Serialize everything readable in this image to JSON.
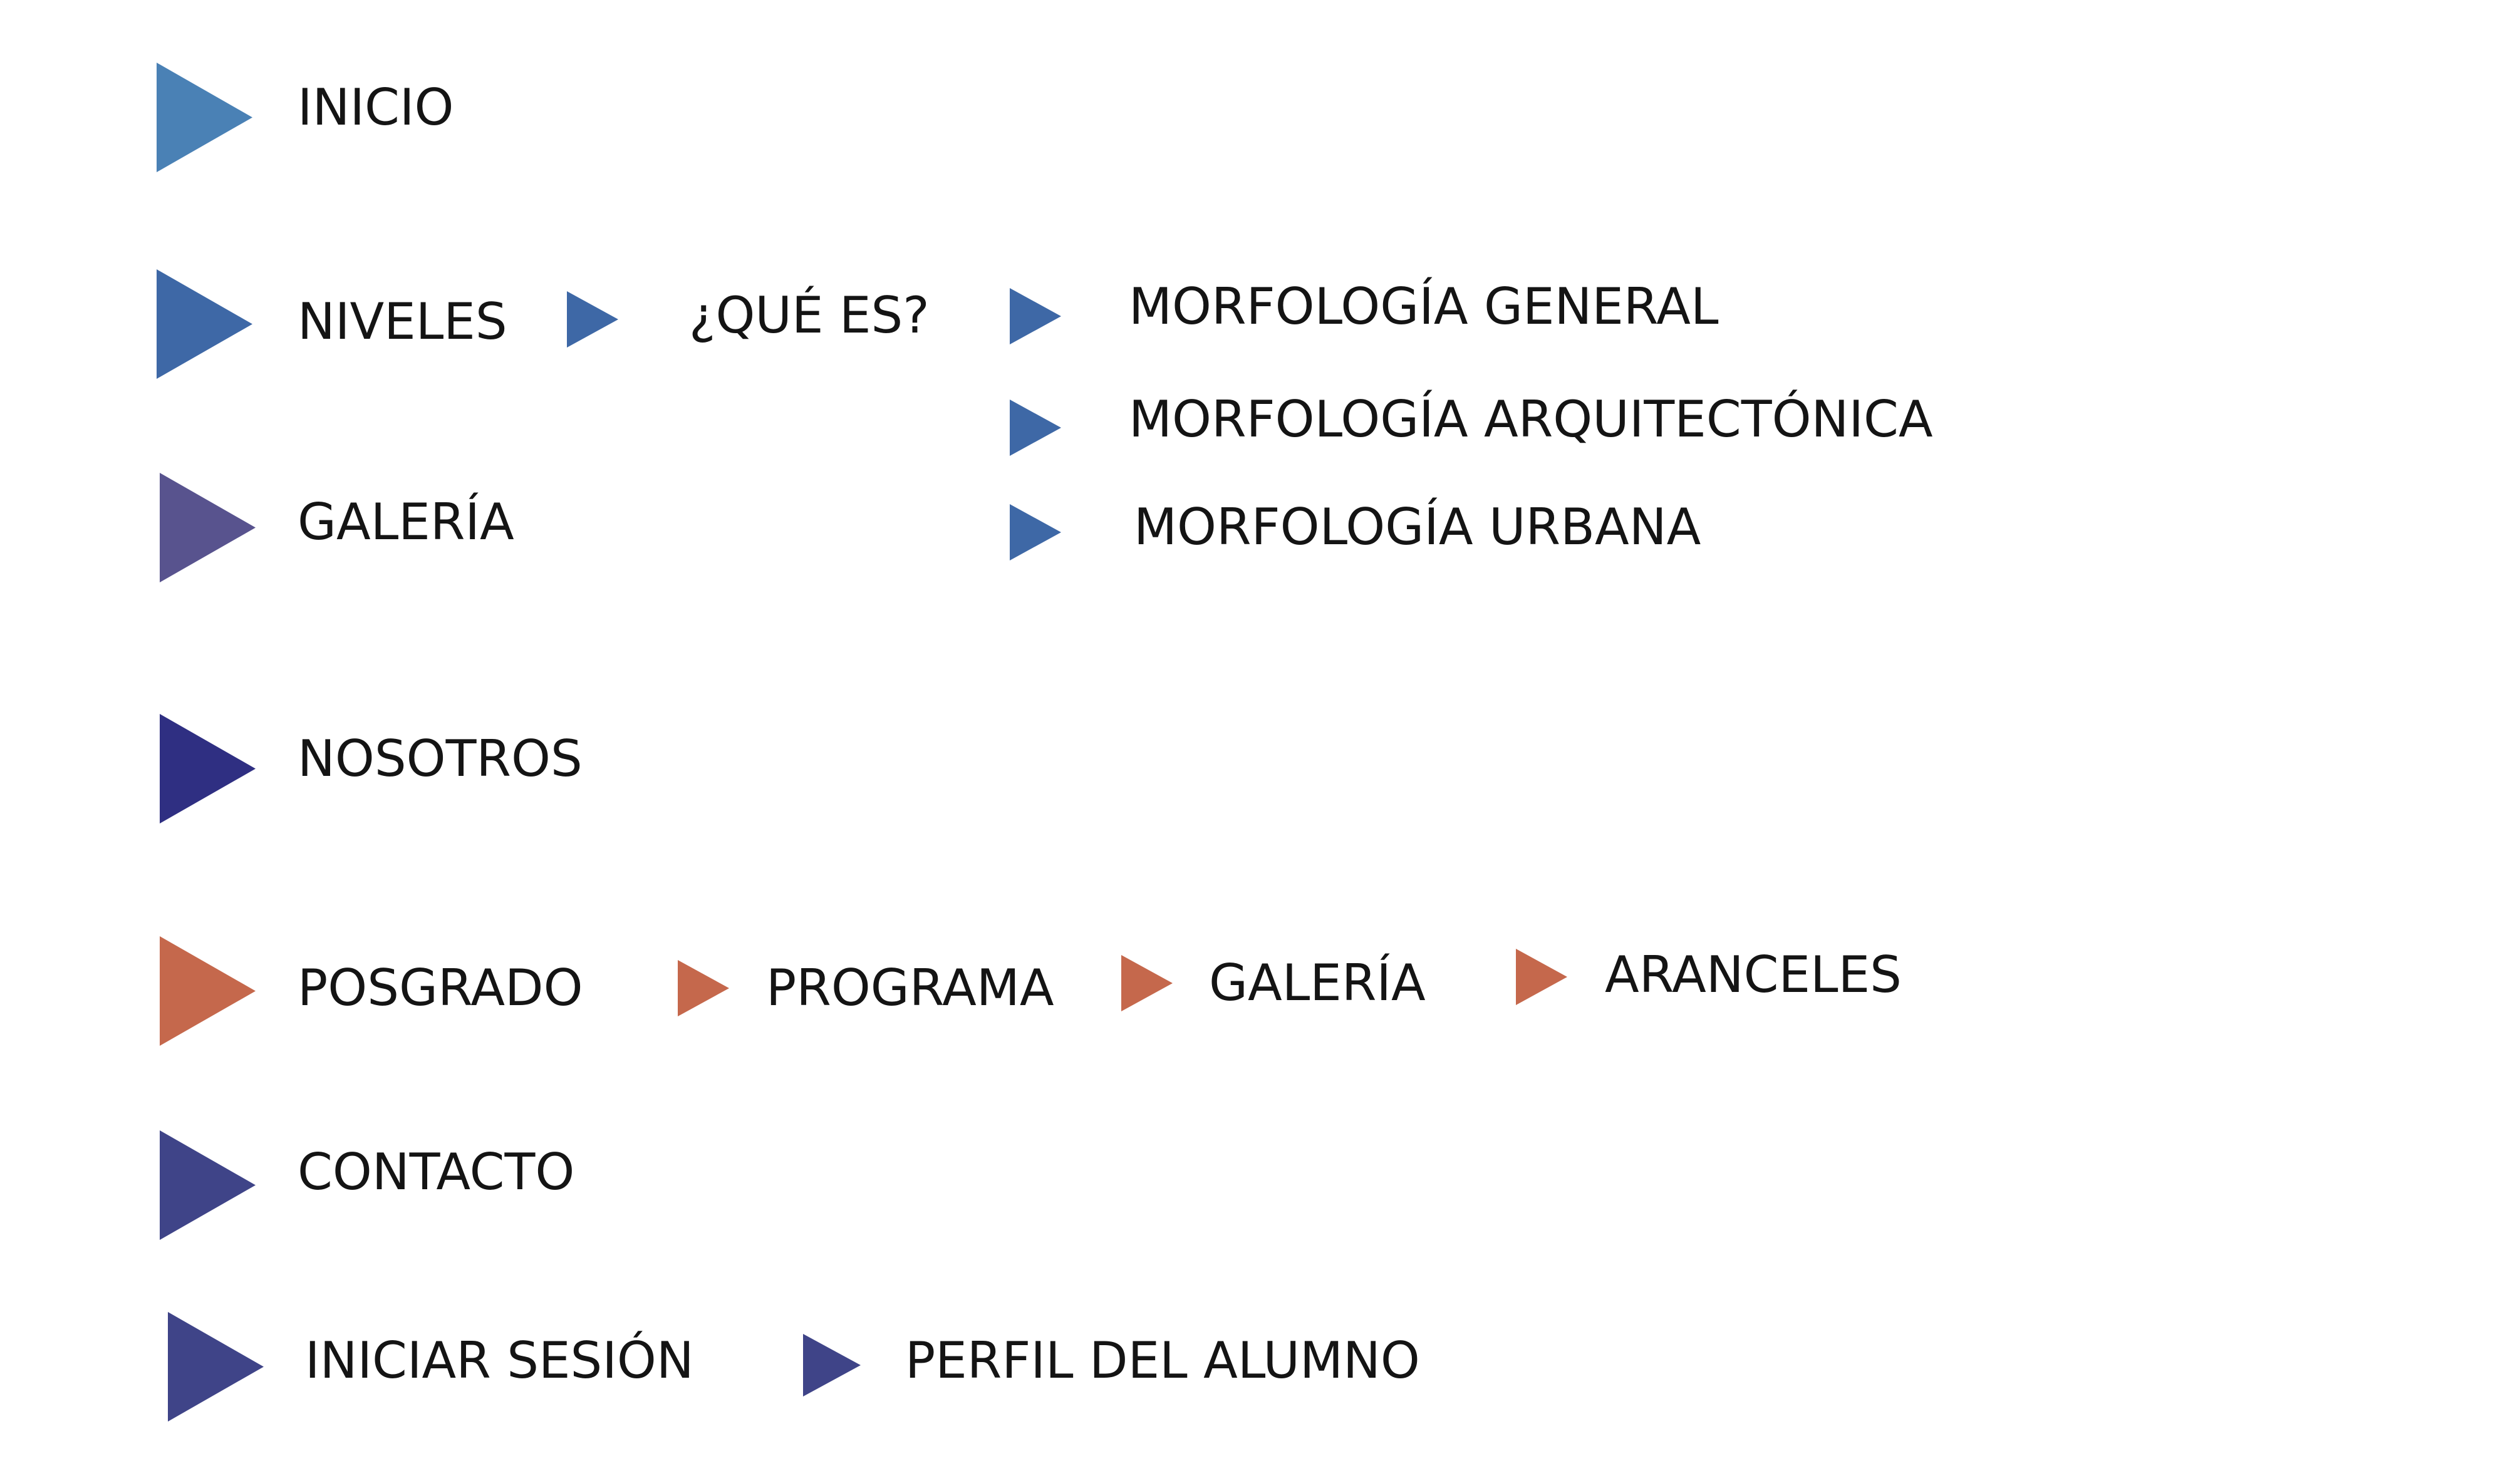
{
  "colors": {
    "inicio": "#4a81b5",
    "niveles": "#3e68a6",
    "galeria": "#58538e",
    "nosotros": "#2f2f82",
    "posgrado": "#c5684c",
    "contacto": "#3f4488",
    "sesion": "#3f4488"
  },
  "menu": {
    "inicio": "INICIO",
    "niveles": "NIVELES",
    "galeria": "GALERÍA",
    "nosotros": "NOSOTROS",
    "posgrado": "POSGRADO",
    "contacto": "CONTACTO",
    "iniciar_sesion": "INICIAR SESIÓN"
  },
  "niveles_sub": {
    "que_es": "¿QUÉ ES?",
    "morfologia_general": "MORFOLOGÍA GENERAL",
    "morfologia_arquitectonica": "MORFOLOGÍA ARQUITECTÓNICA",
    "morfologia_urbana": "MORFOLOGÍA URBANA"
  },
  "posgrado_sub": {
    "programa": "PROGRAMA",
    "galeria": "GALERÍA",
    "aranceles": "ARANCELES"
  },
  "sesion_sub": {
    "perfil_alumno": "PERFIL DEL ALUMNO"
  }
}
